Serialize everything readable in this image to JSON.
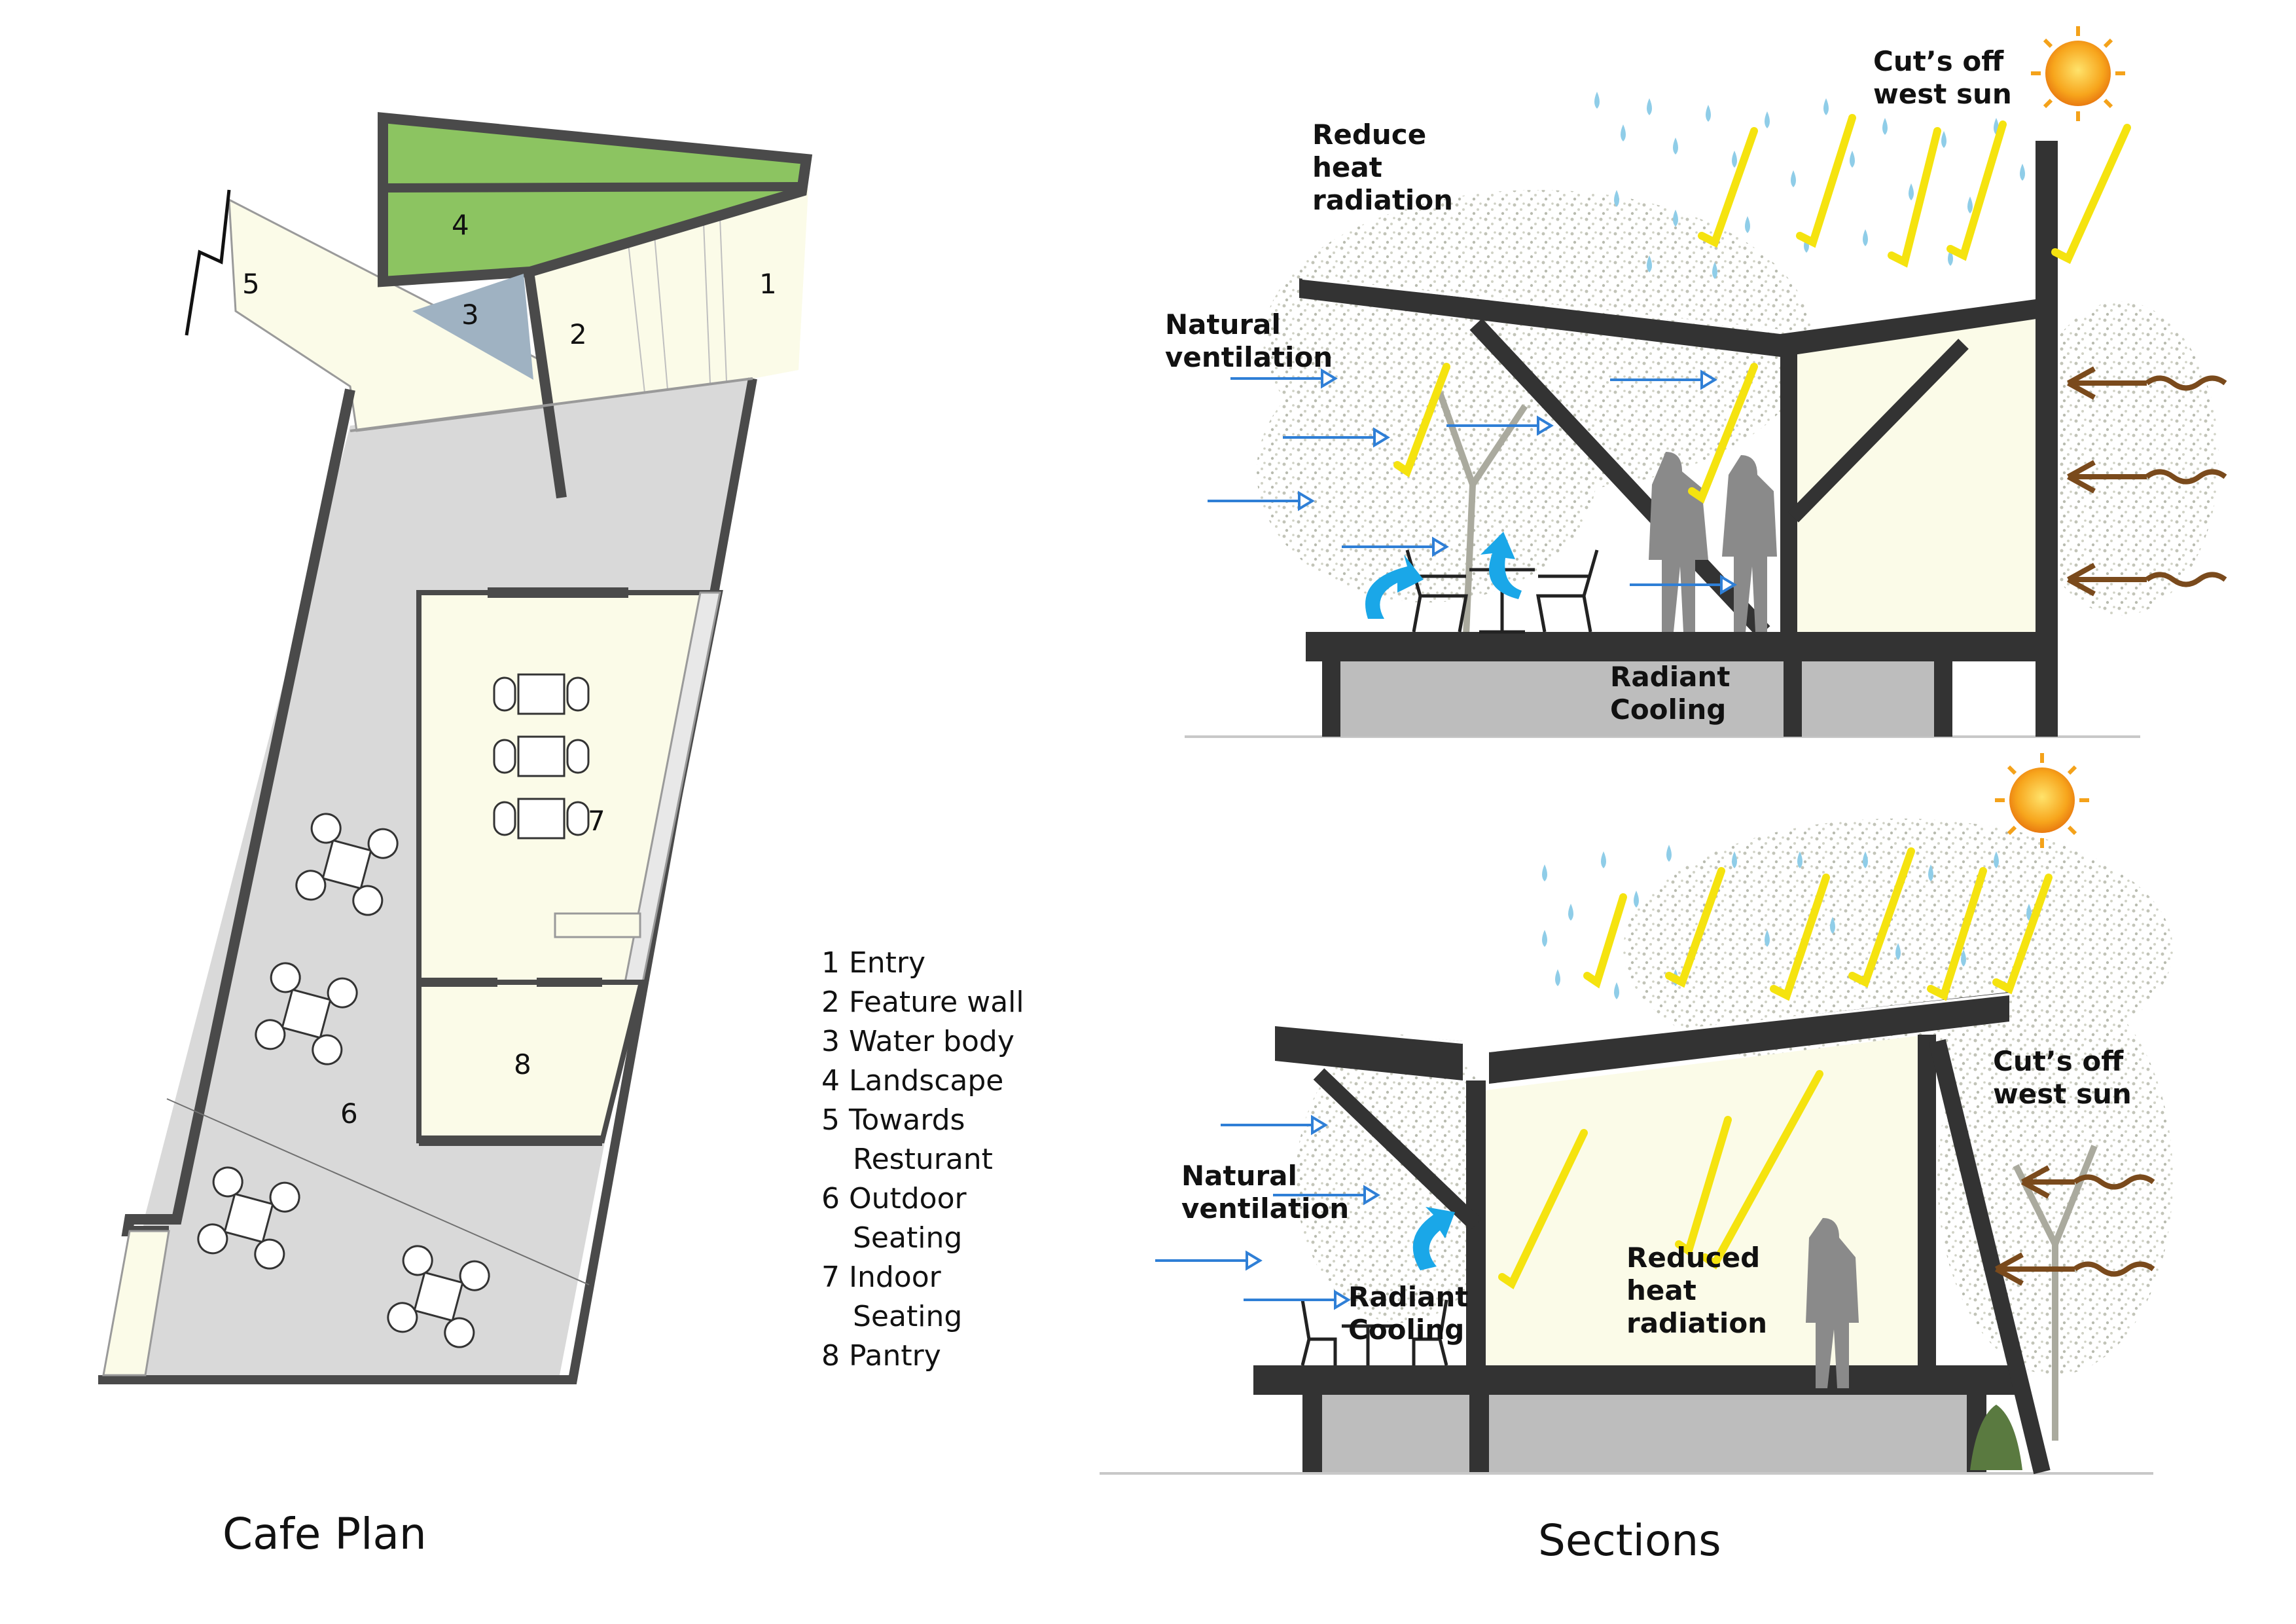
{
  "captions": {
    "plan": "Cafe Plan",
    "sections": "Sections"
  },
  "plan_numbers": [
    "1",
    "2",
    "3",
    "4",
    "5",
    "6",
    "7",
    "8"
  ],
  "legend": [
    {
      "line1": "1 Entry"
    },
    {
      "line1": "2 Feature wall"
    },
    {
      "line1": "3 Water body"
    },
    {
      "line1": "4 Landscape"
    },
    {
      "line1": "5 Towards",
      "line2": "Resturant"
    },
    {
      "line1": "6 Outdoor",
      "line2": "Seating"
    },
    {
      "line1": "7 Indoor",
      "line2": "Seating"
    },
    {
      "line1": "8 Pantry"
    }
  ],
  "section1": {
    "cuts_sun": [
      "Cut’s off",
      "west sun"
    ],
    "reduce_heat": [
      "Reduce",
      "heat",
      "radiation"
    ],
    "natural_vent": [
      "Natural",
      "ventilation"
    ],
    "radiant_cooling": [
      "Radiant",
      "Cooling"
    ]
  },
  "section2": {
    "cuts_sun": [
      "Cut’s off",
      "west sun"
    ],
    "natural_vent": [
      "Natural",
      "ventilation"
    ],
    "radiant_cooling": [
      "Radiant",
      "Cooling"
    ],
    "reduced_heat": [
      "Reduced",
      "heat",
      "radiation"
    ]
  },
  "colors": {
    "wall": "#4a4a4a",
    "floor": "#d9d9d9",
    "cream": "#fbfbe8",
    "landscape": "#8cc461",
    "water": "#9fb2c2",
    "tree": "#c9cbc0",
    "rain": "#8fcde8",
    "sunray": "#f5e30f",
    "vent_arrow": "#2f7fd6",
    "heat_arrow": "#7a4a1c",
    "sun": "#f4a21a"
  }
}
